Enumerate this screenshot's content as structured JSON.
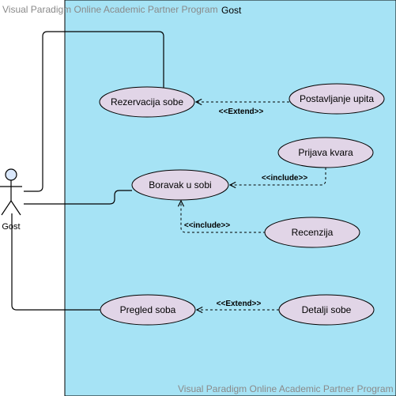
{
  "watermark": "Visual Paradigm Online Academic Partner Program",
  "system": {
    "label": "Gost",
    "fill": "#a6e3f5"
  },
  "actor": {
    "label": "Gost",
    "fill": "#dae8fc"
  },
  "usecase_fill": "#e1d5e7",
  "usecases": {
    "rezervacija": "Rezervacija sobe",
    "postavljanje": "Postavljanje upita",
    "prijava": "Prijava kvara",
    "boravak": "Boravak u sobi",
    "recenzija": "Recenzija",
    "pregled": "Pregled soba",
    "detalji": "Detalji sobe"
  },
  "relations": {
    "extend1": "<<Extend>>",
    "include1": "<<include>>",
    "include2": "<<include>>",
    "extend2": "<<Extend>>"
  }
}
